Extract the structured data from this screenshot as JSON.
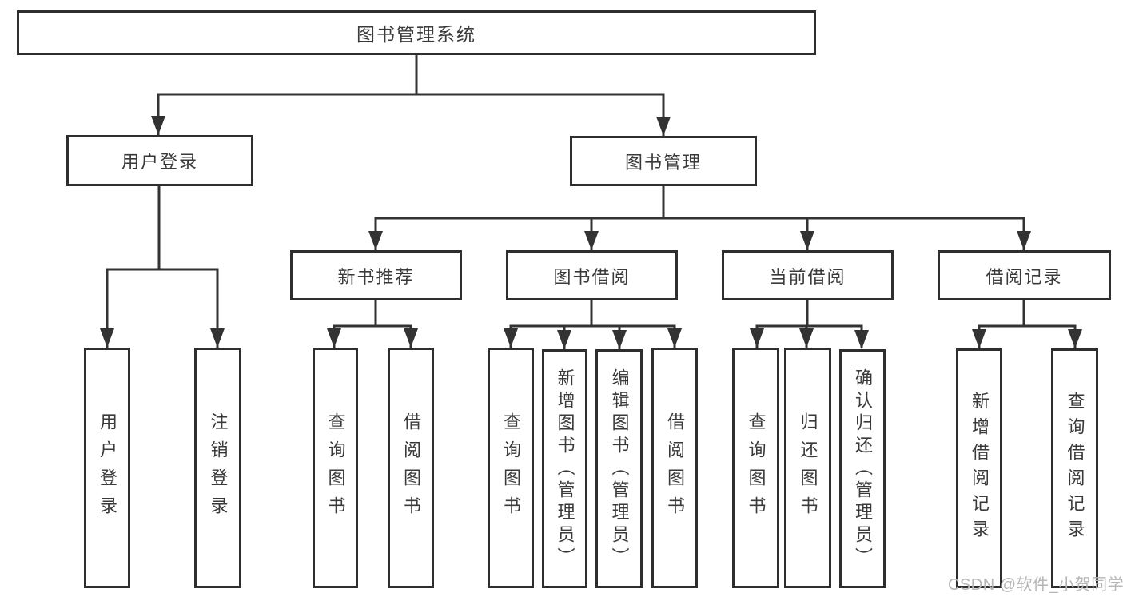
{
  "hierarchy": {
    "label": "图书管理系统",
    "children": [
      {
        "label": "用户登录",
        "children": [
          {
            "label": "用户登录"
          },
          {
            "label": "注销登录"
          }
        ]
      },
      {
        "label": "图书管理",
        "children": [
          {
            "label": "新书推荐",
            "children": [
              {
                "label": "查询图书"
              },
              {
                "label": "借阅图书"
              }
            ]
          },
          {
            "label": "图书借阅",
            "children": [
              {
                "label": "查询图书"
              },
              {
                "label": "新增图书（管理员）"
              },
              {
                "label": "编辑图书（管理员）"
              },
              {
                "label": "借阅图书"
              }
            ]
          },
          {
            "label": "当前借阅",
            "children": [
              {
                "label": "查询图书"
              },
              {
                "label": "归还图书"
              },
              {
                "label": "确认归还（管理员）"
              }
            ]
          },
          {
            "label": "借阅记录",
            "children": [
              {
                "label": "新增借阅记录"
              },
              {
                "label": "查询借阅记录"
              }
            ]
          }
        ]
      }
    ]
  },
  "watermark": {
    "text": "CSDN @软件_小贺同学"
  },
  "colors": {
    "line": "#333333",
    "border": "#2e2e2e",
    "text": "#3a3a3a",
    "watermark": "#b6b6b6",
    "background": "#ffffff"
  }
}
